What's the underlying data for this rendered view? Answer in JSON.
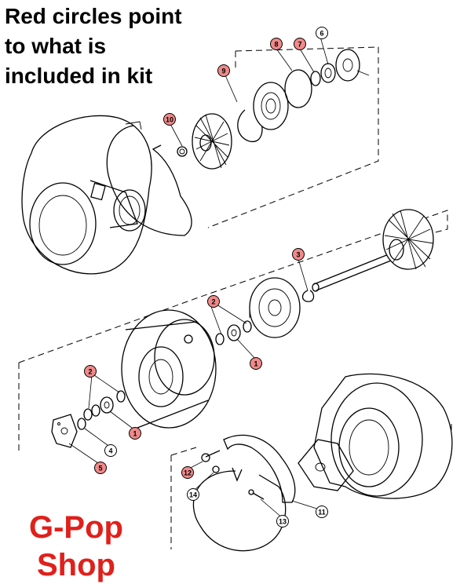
{
  "heading": {
    "lines": [
      "Red circles point",
      "to what is",
      "included in kit"
    ]
  },
  "brand": {
    "lines": [
      "G-Pop",
      "Shop"
    ],
    "color": "#e0201b"
  },
  "callout_colors": {
    "included": "#f08a8a",
    "not_included": "#ffffff"
  },
  "callouts": [
    {
      "label": "1",
      "included": true
    },
    {
      "label": "1",
      "included": true
    },
    {
      "label": "2",
      "included": true
    },
    {
      "label": "2",
      "included": true
    },
    {
      "label": "3",
      "included": true
    },
    {
      "label": "4",
      "included": false
    },
    {
      "label": "5",
      "included": true
    },
    {
      "label": "6",
      "included": false
    },
    {
      "label": "7",
      "included": true
    },
    {
      "label": "8",
      "included": true
    },
    {
      "label": "9",
      "included": true
    },
    {
      "label": "10",
      "included": true
    },
    {
      "label": "11",
      "included": false
    },
    {
      "label": "12",
      "included": true
    },
    {
      "label": "13",
      "included": false
    },
    {
      "label": "14",
      "included": false
    }
  ]
}
